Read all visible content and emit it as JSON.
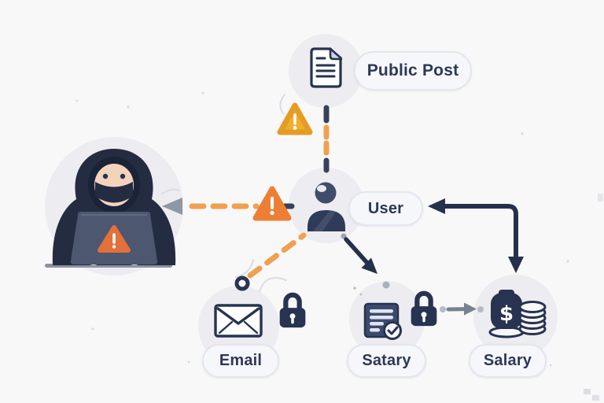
{
  "colors": {
    "background": "#f8f8f9",
    "node_bg": "#ededf1",
    "pill_bg": "#f6f7fa",
    "pill_border": "#e4e6ec",
    "pill_text": "#2c3857",
    "navy": "#273350",
    "slate": "#4d5770",
    "orange": "#f0a050",
    "warn_orange": "#ec7f35",
    "warn_yellow": "#f1ae2a",
    "gray_arrow": "#788192",
    "desk": "#8a92a3",
    "skin": "#f4d3bd"
  },
  "nodes": [
    {
      "id": "hacker",
      "icon": "hacker-at-laptop",
      "warning_marker": "orange-triangle-on-laptop"
    },
    {
      "id": "public-post",
      "label": "Public Post",
      "icon": "document"
    },
    {
      "id": "user",
      "label": "User",
      "icon": "person"
    },
    {
      "id": "email",
      "label": "Email",
      "icon": "envelope",
      "locked": true
    },
    {
      "id": "salary-doc",
      "label": "Satary",
      "icon": "document-check",
      "locked": true
    },
    {
      "id": "salary",
      "label": "Salary",
      "icon": "money-bag-coins"
    }
  ],
  "edges": [
    {
      "from": "public-post",
      "to": "user",
      "style": "dashed-orange-vertical",
      "marker": "yellow-warning-triangle"
    },
    {
      "from": "user",
      "to": "hacker",
      "style": "dashed-orange-horizontal",
      "marker": "orange-warning-triangle",
      "arrowhead": "gray-left"
    },
    {
      "from": "email",
      "to": "user",
      "style": "dashed-orange-diagonal"
    },
    {
      "from": "user",
      "to": "salary-doc",
      "style": "solid-dark-arrow"
    },
    {
      "from": "salary-doc",
      "to": "salary",
      "style": "solid-gray-arrow"
    },
    {
      "from": "user",
      "to": "salary",
      "style": "elbow-dark-double-arrow"
    }
  ]
}
